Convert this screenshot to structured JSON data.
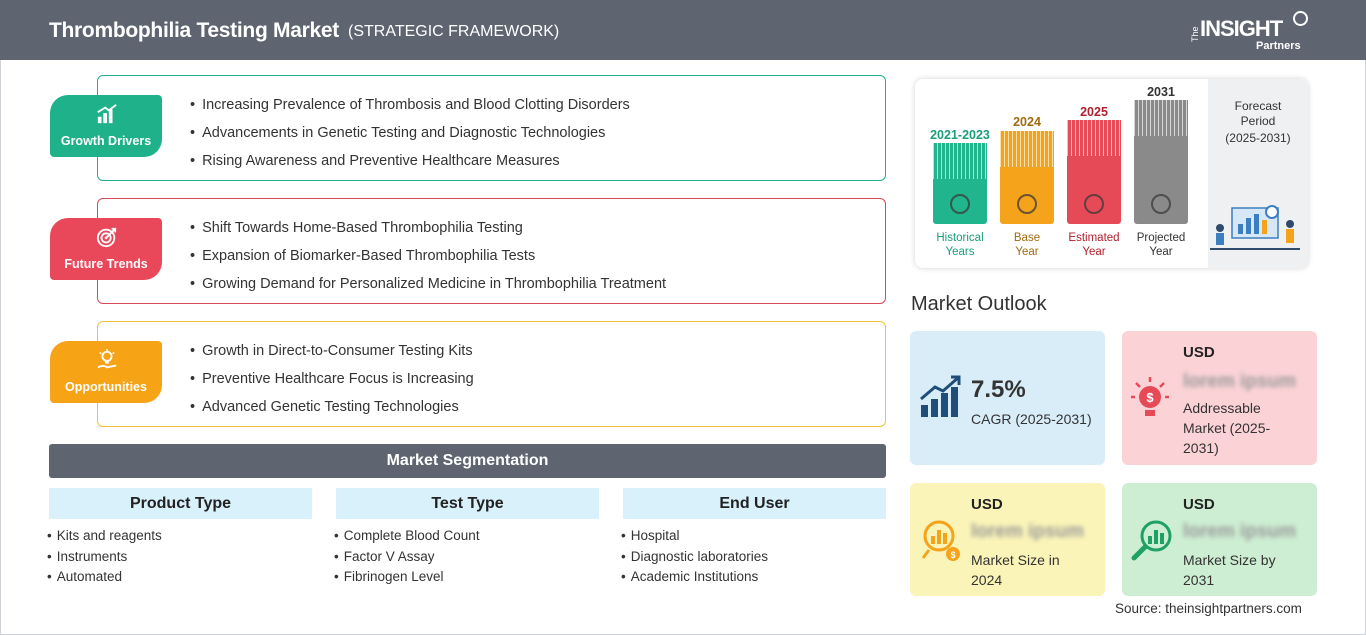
{
  "header": {
    "title": "Thrombophilia Testing Market",
    "subtitle": "(STRATEGIC FRAMEWORK)",
    "logo": {
      "the": "The",
      "insight": "INSIGHT",
      "partners": "Partners"
    }
  },
  "framework": [
    {
      "label": "Growth Drivers",
      "color": "#1fb28a",
      "border": "#1fb28a",
      "icon": "bar-growth-icon",
      "items": [
        "Increasing Prevalence of Thrombosis and Blood Clotting Disorders",
        "Advancements in Genetic Testing and Diagnostic Technologies",
        "Rising Awareness and Preventive Healthcare Measures"
      ]
    },
    {
      "label": "Future Trends",
      "color": "#e8485a",
      "border": "#d54a55",
      "icon": "target-icon",
      "items": [
        "Shift Towards Home-Based Thrombophilia Testing",
        "Expansion of Biomarker-Based Thrombophilia Tests",
        "Growing Demand for Personalized Medicine in Thrombophilia Treatment"
      ]
    },
    {
      "label": "Opportunities",
      "color": "#f6a316",
      "border": "#f2c23a",
      "icon": "lightbulb-hand-icon",
      "items": [
        "Growth in Direct-to-Consumer Testing Kits",
        "Preventive Healthcare Focus is Increasing",
        "Advanced Genetic Testing Technologies"
      ]
    }
  ],
  "segmentation": {
    "title": "Market Segmentation",
    "columns": [
      {
        "header": "Product Type",
        "items": [
          "Kits and reagents",
          "Instruments",
          "Automated"
        ]
      },
      {
        "header": "Test Type",
        "items": [
          "Complete Blood Count",
          "Factor V Assay",
          "Fibrinogen Level"
        ]
      },
      {
        "header": "End User",
        "items": [
          "Hospital",
          "Diagnostic laboratories",
          "Academic Institutions"
        ]
      }
    ]
  },
  "timeline": {
    "bars": [
      {
        "year": "2021-2023",
        "caption_1": "Historical",
        "caption_2": "Years",
        "color": "#20b58c",
        "year_color": "#1a9e78",
        "icon": "history-icon"
      },
      {
        "year": "2024",
        "caption_1": "Base",
        "caption_2": "Year",
        "color": "#f5a31a",
        "year_color": "#a26a0e",
        "icon": "calendar-icon"
      },
      {
        "year": "2025",
        "caption_1": "Estimated",
        "caption_2": "Year",
        "color": "#e64a57",
        "year_color": "#b1202d",
        "icon": "estimate-icon"
      },
      {
        "year": "2031",
        "caption_1": "Projected",
        "caption_2": "Year",
        "color": "#8a8a8a",
        "year_color": "#333333",
        "icon": "projection-icon"
      }
    ],
    "forecast": {
      "line1": "Forecast",
      "line2": "Period",
      "line3": "(2025-2031)"
    }
  },
  "outlook": {
    "title": "Market Outlook",
    "cagr": {
      "value": "7.5%",
      "label": "CAGR (2025-2031)",
      "bg": "#d9edf9",
      "icon": "growth-chart-icon"
    },
    "addressable": {
      "usd": "USD",
      "value": "lorem ipsum",
      "label": "Addressable Market (2025-2031)",
      "bg": "#fbd3d7",
      "icon": "dollar-bulb-icon"
    },
    "size_2024": {
      "usd": "USD",
      "value": "lorem ipsum",
      "label": "Market Size in 2024",
      "bg": "#fbf4b8",
      "icon": "coin-chart-icon"
    },
    "size_2031": {
      "usd": "USD",
      "value": "lorem ipsum",
      "label": "Market Size by 2031",
      "bg": "#cdeed2",
      "icon": "magnifier-chart-icon"
    }
  },
  "source": "Source: theinsightpartners.com"
}
